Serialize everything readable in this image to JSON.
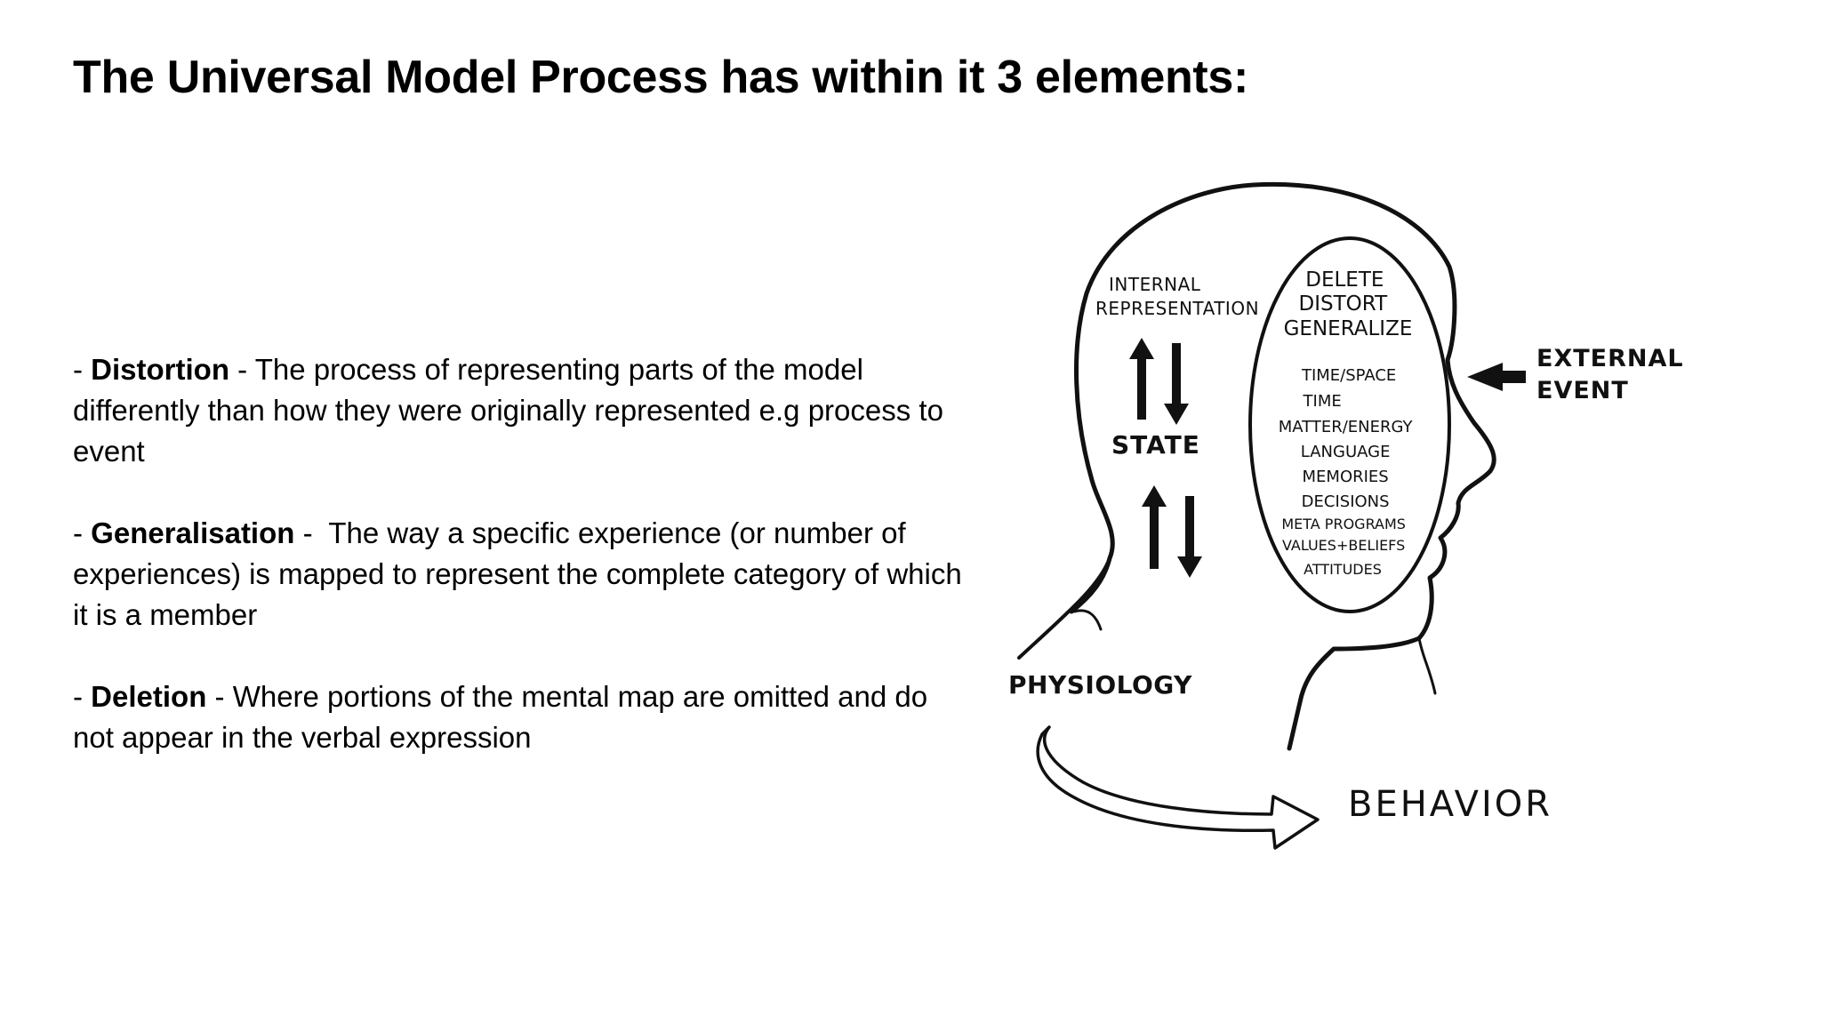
{
  "slide": {
    "title": "The Universal Model Process has within it 3 elements:",
    "bullets": [
      {
        "prefix": "- ",
        "term": "Distortion",
        "separator": " - ",
        "text": "The process of representing parts of the model differently than how they were originally represented e.g process to event"
      },
      {
        "prefix": "- ",
        "term": "Generalisation",
        "separator": " -  ",
        "text": "The way a specific experience (or number of experiences) is mapped to represent the complete category of which it is a member"
      },
      {
        "prefix": "- ",
        "term": "Deletion",
        "separator": " - ",
        "text": "Where portions of the mental map are omitted and do not appear in the verbal expression"
      }
    ]
  },
  "diagram": {
    "internal_representation": [
      "INTERNAL",
      "REPRESENTATION"
    ],
    "state": "STATE",
    "filters_top": [
      "DELETE",
      "DISTORT",
      "GENERALIZE"
    ],
    "filters_list": [
      "TIME/SPACE",
      "TIME",
      "MATTER/ENERGY",
      "LANGUAGE",
      "MEMORIES",
      "DECISIONS",
      "META PROGRAMS",
      "VALUES+BELIEFS",
      "ATTITUDES"
    ],
    "external_event": [
      "EXTERNAL",
      "EVENT"
    ],
    "physiology": "PHYSIOLOGY",
    "behavior": "BEHAVIOR"
  }
}
